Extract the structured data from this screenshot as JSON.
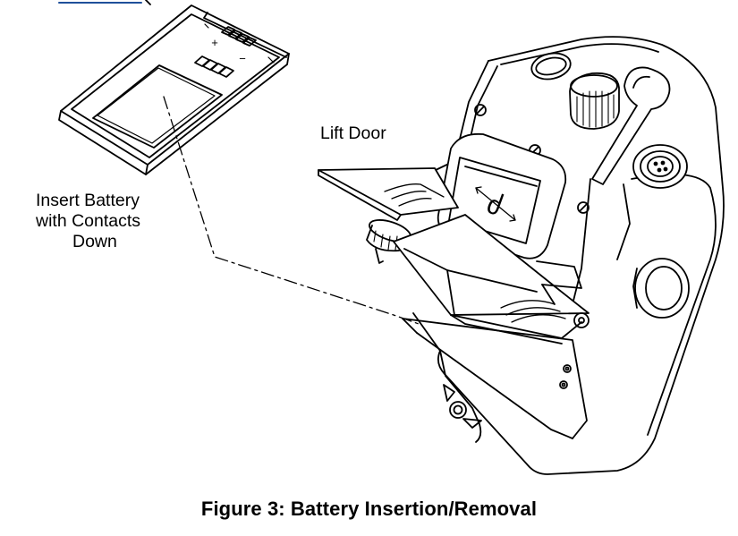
{
  "labels": {
    "lift_door": "Lift Door",
    "insert_line1": "Insert Battery",
    "insert_line2": "with Contacts",
    "insert_line3": "Down"
  },
  "battery": {
    "plus_sign": "+",
    "minus_sign": "−"
  },
  "device": {
    "dial_glyph": "ძ"
  },
  "caption": "Figure 3: Battery Insertion/Removal"
}
